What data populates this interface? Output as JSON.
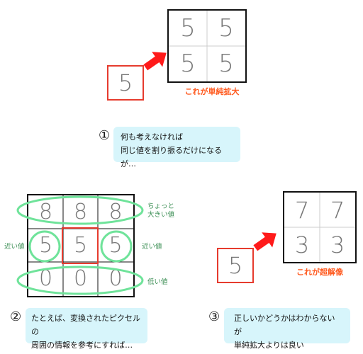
{
  "section1": {
    "source_digit": "5",
    "grid_digits": [
      "5",
      "5",
      "5",
      "5"
    ],
    "caption": "これが単純拡大",
    "step_number": "①",
    "bubble_line1": "何も考えなければ",
    "bubble_line2": "同じ値を割り振るだけになるが…"
  },
  "section2": {
    "grid_rows": [
      [
        "8",
        "8",
        "8"
      ],
      [
        "5",
        "5",
        "5"
      ],
      [
        "0",
        "0",
        "0"
      ]
    ],
    "label_top_line1": "ちょっと",
    "label_top_line2": "大きい値",
    "label_near_left": "近い値",
    "label_near_right": "近い値",
    "label_low": "低い値",
    "step_number": "②",
    "bubble_line1": "たとえば、変換されたピクセルの",
    "bubble_line2": "周囲の情報を参考にすれば…"
  },
  "section3": {
    "source_digit": "5",
    "grid_digits": [
      "7",
      "7",
      "3",
      "3"
    ],
    "caption": "これが超解像",
    "step_number": "③",
    "bubble_line1": "正しいかどうかはわからないが",
    "bubble_line2": "単純拡大よりは良い"
  },
  "colors": {
    "red": "#e63b2e",
    "green_ellipse": "#6fe39a",
    "green_text": "#3c8f55",
    "orange_caption": "#ff5a1f",
    "bubble_bg": "#d7f5fb",
    "digit_gray": "#777777"
  }
}
